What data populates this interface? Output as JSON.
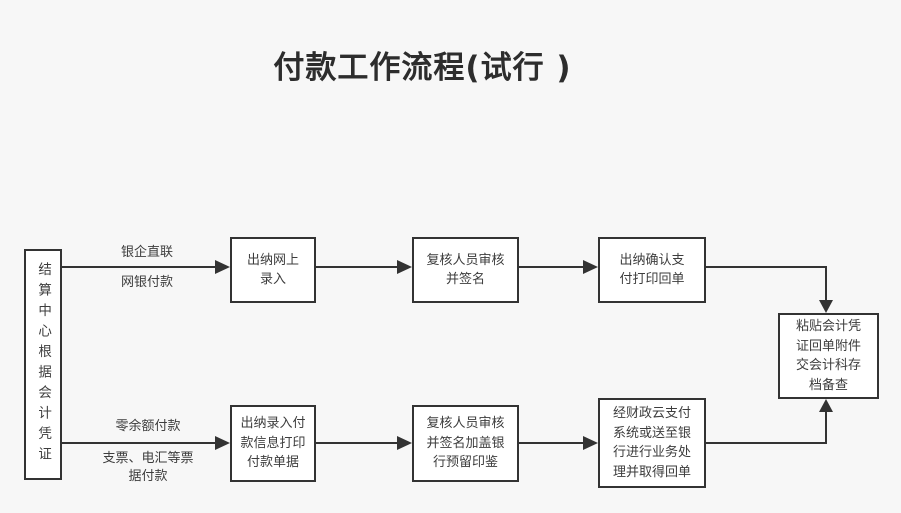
{
  "title": "付款工作流程(试行 )",
  "colors": {
    "background": "#f7f7f7",
    "box_fill": "#ffffff",
    "box_border": "#333333",
    "arrow": "#333333",
    "text": "#3d3d3d",
    "title_text": "#2d2d2d"
  },
  "source_box": {
    "label": "结算中心根据会计凭证"
  },
  "top_flow": {
    "label_above": "银企直联",
    "label_below": "网银付款",
    "steps": [
      {
        "label": "出纳网上\n录入"
      },
      {
        "label": "复核人员审核\n并签名"
      },
      {
        "label": "出纳确认支\n付打印回单"
      }
    ]
  },
  "bottom_flow": {
    "label_above": "零余额付款",
    "label_below": "支票、电汇等票\n据付款",
    "steps": [
      {
        "label": "出纳录入付\n款信息打印\n付款单据"
      },
      {
        "label": "复核人员审核\n并签名加盖银\n行预留印鉴"
      },
      {
        "label": "经财政云支付\n系统或送至银\n行进行业务处\n理并取得回单"
      }
    ]
  },
  "archive_box": {
    "label": "粘贴会计凭\n证回单附件\n交会计科存\n档备查"
  }
}
